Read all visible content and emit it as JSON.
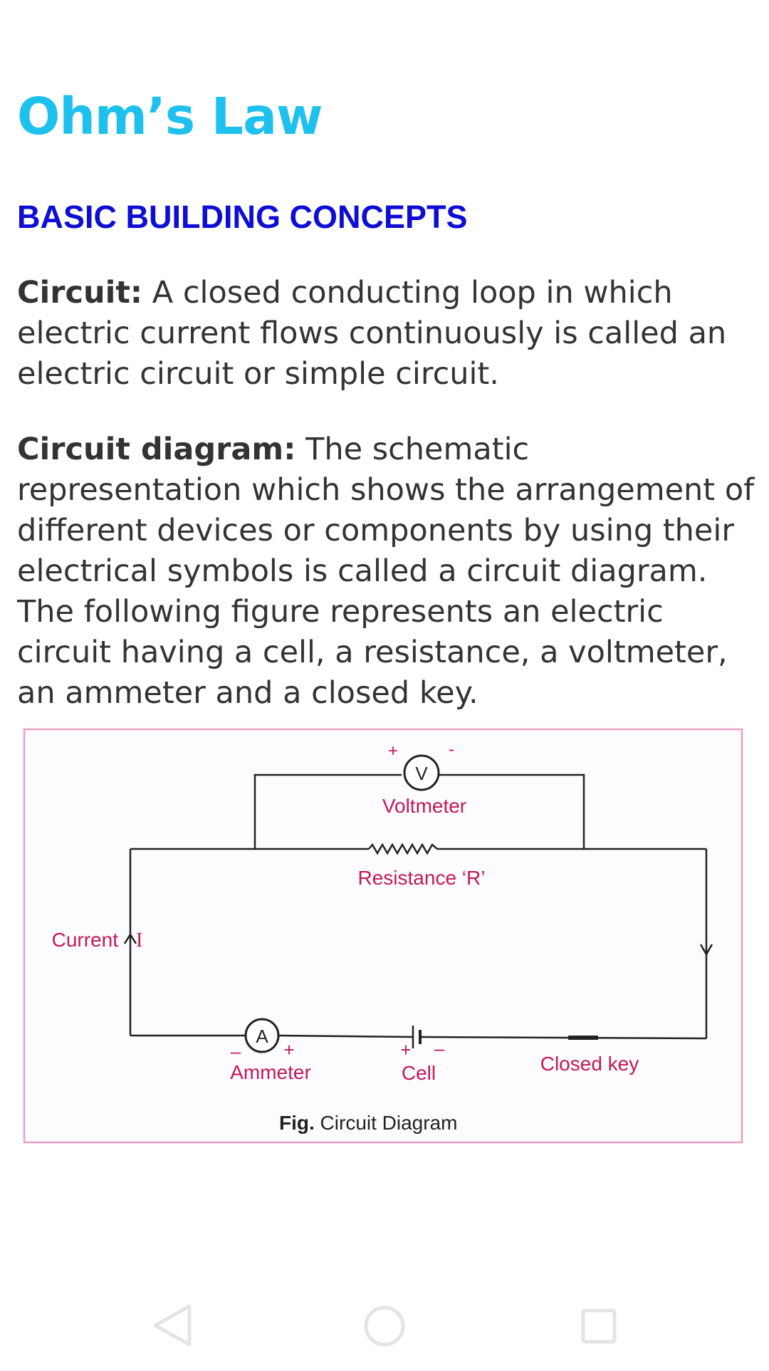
{
  "page": {
    "title": "Ohm’s Law",
    "section_heading": "BASIC BUILDING CONCEPTS"
  },
  "definitions": [
    {
      "term": "Circuit:",
      "text": " A closed conducting loop in which electric current flows continuously is called an electric circuit or simple circuit."
    },
    {
      "term": "Circuit diagram:",
      "text": " The schematic representation which shows the arrangement of different devices or components by using their electrical symbols is called a circuit diagram."
    }
  ],
  "paragraph_after": "The following figure represents an electric circuit having a cell, a resistance, a voltmeter, an ammeter and a closed key.",
  "figure": {
    "voltmeter_symbol": "V",
    "voltmeter_plus": "+",
    "voltmeter_minus": "-",
    "voltmeter_label": "Voltmeter",
    "resistance_label": "Resistance ‘R’",
    "current_label": "Current",
    "current_symbol": "I",
    "ammeter_symbol": "A",
    "ammeter_minus": "–",
    "ammeter_plus": "+",
    "ammeter_label": "Ammeter",
    "cell_plus": "+",
    "cell_minus": "–",
    "cell_label": "Cell",
    "key_label": "Closed key",
    "caption_prefix": "Fig.",
    "caption_text": "Circuit Diagram"
  },
  "colors": {
    "title": "#1ec0ee",
    "heading": "#0d0dd6",
    "body_text": "#333333",
    "figure_label": "#c2185b",
    "figure_border": "#e6a0c4"
  },
  "navigation": {
    "back_icon": "back-triangle-icon",
    "home_icon": "home-circle-icon",
    "recents_icon": "recents-square-icon"
  }
}
